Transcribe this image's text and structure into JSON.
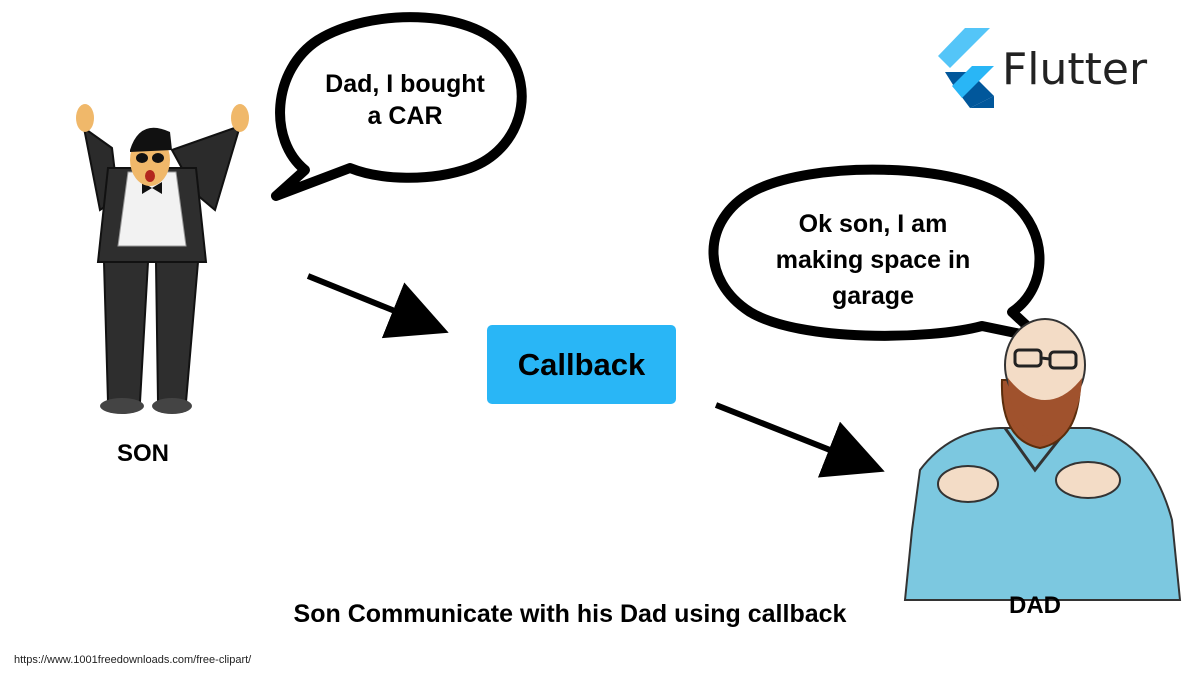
{
  "son_bubble": {
    "lines": [
      "Dad, I bought",
      "a CAR"
    ]
  },
  "dad_bubble": {
    "lines": [
      "Ok son, I am",
      "making space in",
      "garage"
    ]
  },
  "callback": {
    "label": "Callback",
    "color": "#29b6f6"
  },
  "labels": {
    "son": "SON",
    "dad": "DAD"
  },
  "caption": "Son Communicate with his Dad using callback",
  "credit": "https://www.1001freedownloads.com/free-clipart/",
  "logo": {
    "wordmark": "Flutter",
    "icon": "flutter-logo-icon",
    "colors": {
      "light": "#54c5f8",
      "dark": "#01579b",
      "mid": "#29b6f6"
    }
  },
  "figures": {
    "son_icon": "son-figure-icon",
    "dad_icon": "dad-figure-icon"
  }
}
